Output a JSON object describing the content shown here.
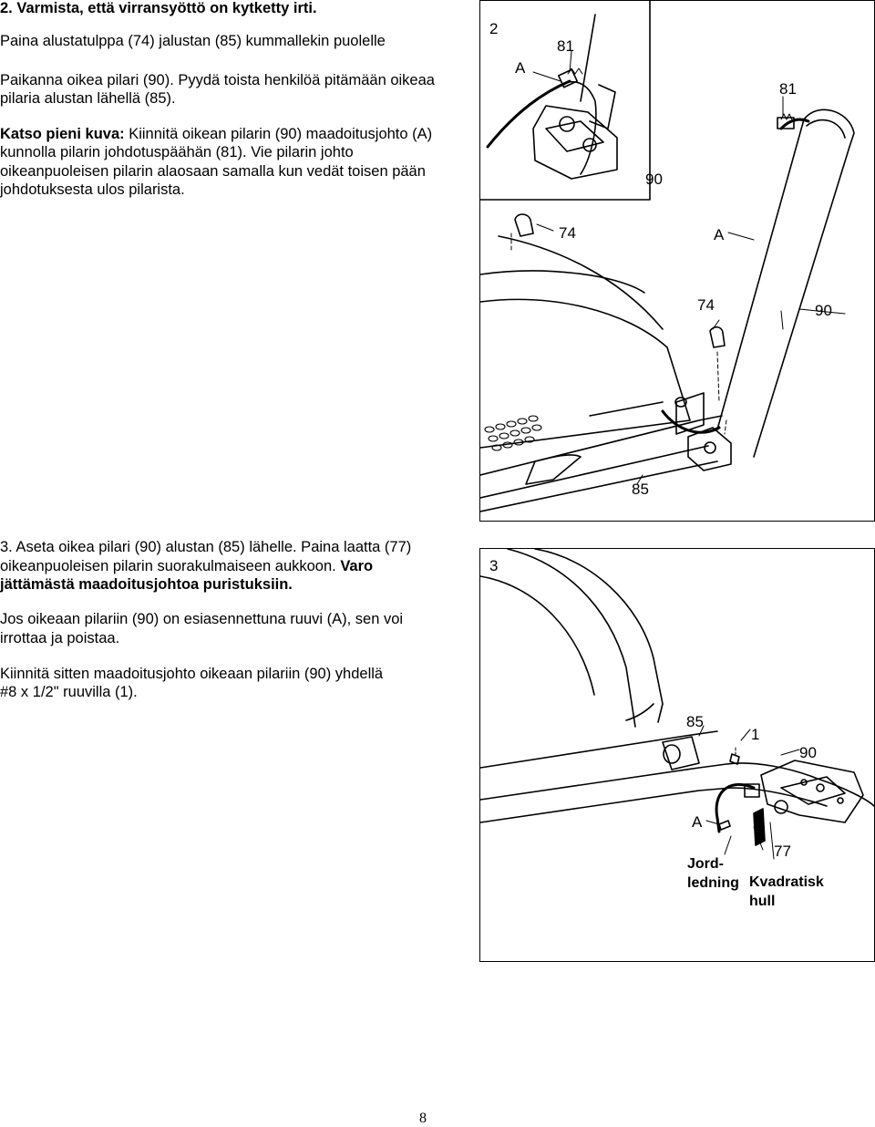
{
  "step2": {
    "heading": "2. Varmista, että virransyöttö on kytketty irti.",
    "l1": "Paina alustatulppa (74) jalustan (85) kummallekin puolelle",
    "l2": "Paikanna oikea pilari (90). Pyydä toista henkilöä pitämään oikeaa",
    "l3": "pilaria alustan lähellä (85).",
    "note_bold": "Katso pieni kuva:",
    "note_rest": " Kiinnitä oikean pilarin (90) maadoitusjohto (A)",
    "l5": "kunnolla pilarin johdotuspäähän (81). Vie pilarin johto",
    "l6": "oikeanpuoleisen pilarin alaosaan samalla kun vedät toisen pään",
    "l7": "johdotuksesta ulos pilarista."
  },
  "step3": {
    "l1": "3. Aseta oikea pilari (90) alustan (85) lähelle. Paina laatta (77)",
    "l2a": "oikeanpuoleisen pilarin suorakulmaiseen aukkoon. ",
    "l2b": "Varo",
    "l3": "jättämästä maadoitusjohtoa puristuksiin.",
    "l4": "Jos oikeaan pilariin (90) on esiasennettuna ruuvi (A), sen voi",
    "l5": "irrottaa ja poistaa.",
    "l6": "Kiinnitä sitten maadoitusjohto oikeaan pilariin (90) yhdellä",
    "l7": "#8 x 1/2\" ruuvilla (1)."
  },
  "figure2": {
    "number": "2",
    "inset_A": "A",
    "inset_81": "81",
    "inset_81b": "81",
    "inset_90": "90",
    "lbl_74a": "74",
    "lbl_A": "A",
    "lbl_74b": "74",
    "lbl_90": "90",
    "lbl_85": "85"
  },
  "figure3": {
    "number": "3",
    "lbl_85": "85",
    "lbl_1": "1",
    "lbl_90": "90",
    "lbl_A": "A",
    "lbl_77": "77",
    "jord_1": "Jord-",
    "jord_2": "ledning",
    "kvad_1": "Kvadratisk",
    "kvad_2": "hull"
  },
  "page_number": "8"
}
